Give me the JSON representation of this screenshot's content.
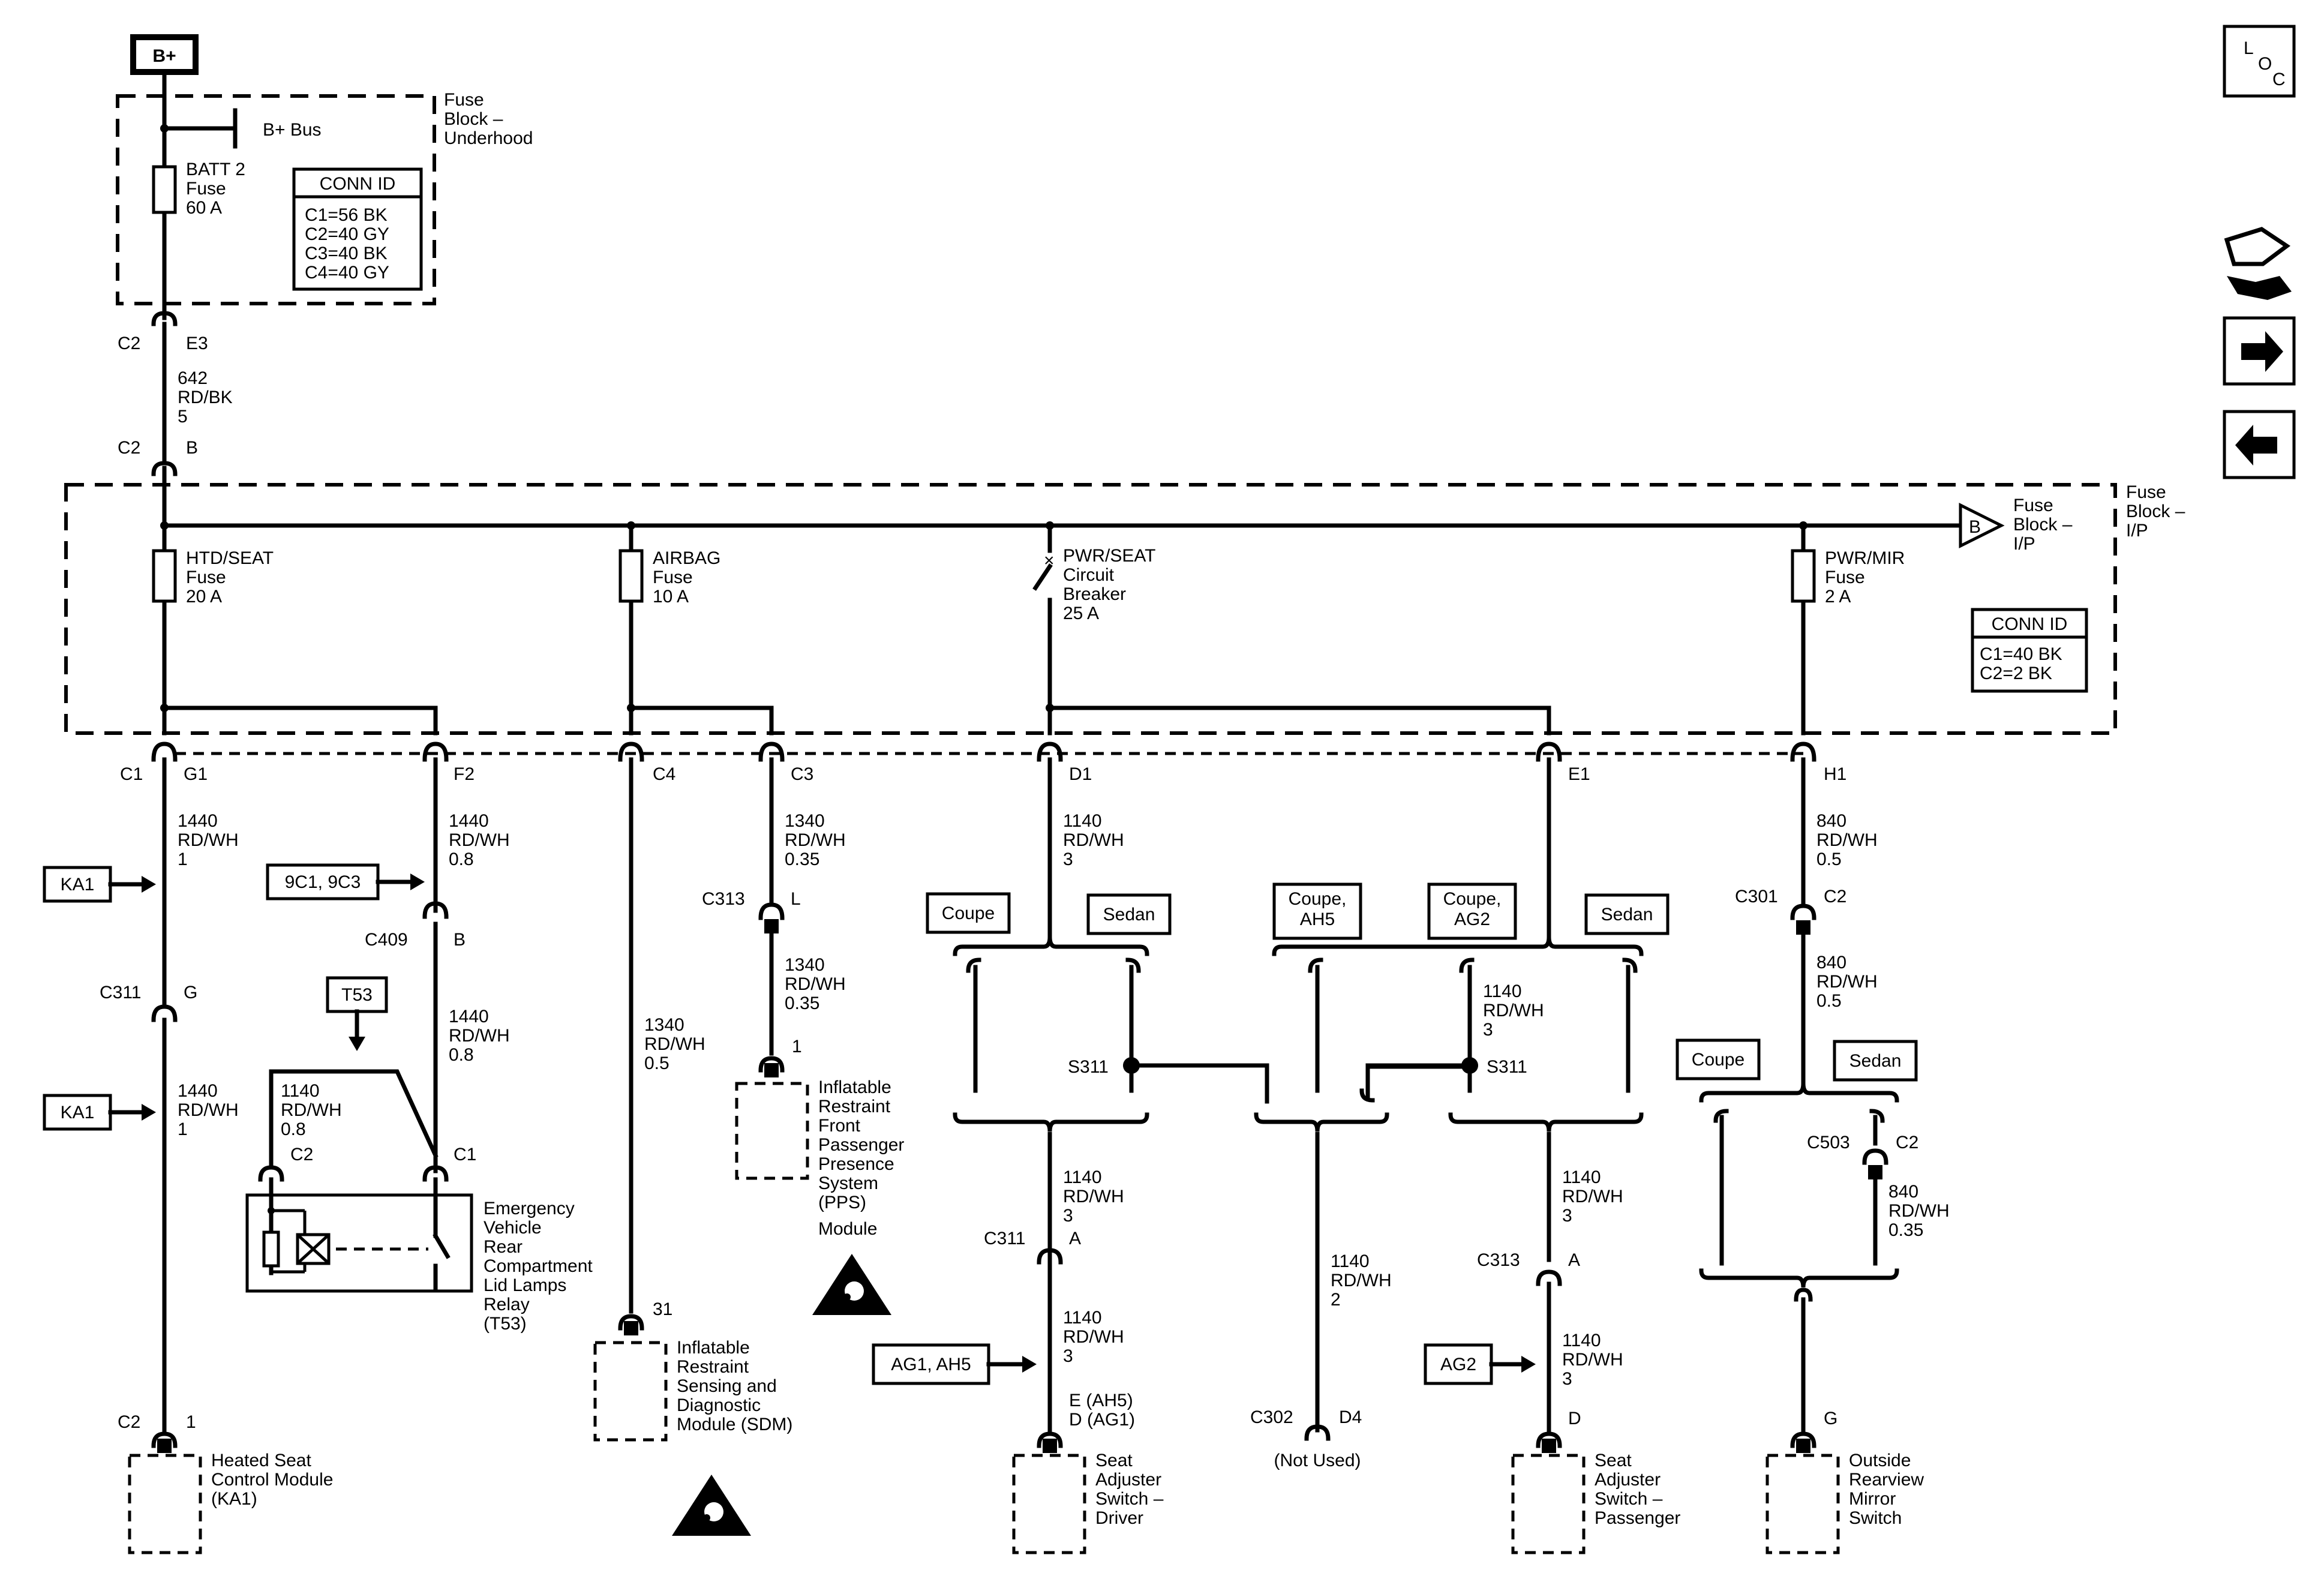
{
  "power": {
    "bplus": "B+",
    "bplus_bus": "B+ Bus"
  },
  "underhood": {
    "title": [
      "Fuse",
      "Block –",
      "Underhood"
    ],
    "fuse": [
      "BATT 2",
      "Fuse",
      "60 A"
    ],
    "conn_title": "CONN ID",
    "conn": [
      "C1=56 BK",
      "C2=40 GY",
      "C3=40 BK",
      "C4=40 GY"
    ]
  },
  "feed": {
    "c2_top": "C2",
    "e3": "E3",
    "wire": [
      "642",
      "RD/BK",
      "5"
    ],
    "c2_bot": "C2",
    "b": "B"
  },
  "ip_block": {
    "title": [
      "Fuse",
      "Block –",
      "I/P"
    ],
    "arrow_label": "B",
    "arrow_text": [
      "Fuse",
      "Block –",
      "I/P"
    ],
    "conn_title": "CONN ID",
    "conn": [
      "C1=40 BK",
      "C2=2 BK"
    ],
    "fuses": {
      "htd": [
        "HTD/SEAT",
        "Fuse",
        "20 A"
      ],
      "airbag": [
        "AIRBAG",
        "Fuse",
        "10 A"
      ],
      "pwrseat": [
        "PWR/SEAT",
        "Circuit",
        "Breaker",
        "25 A"
      ],
      "pwrmir": [
        "PWR/MIR",
        "Fuse",
        "2 A"
      ]
    },
    "pins": {
      "c1": "C1",
      "g1": "G1",
      "f2": "F2",
      "c4": "C4",
      "c3": "C3",
      "d1": "D1",
      "e1": "E1",
      "h1": "H1"
    }
  },
  "heated": {
    "wire1": [
      "1440",
      "RD/WH",
      "1"
    ],
    "ka1_a": "KA1",
    "c311": "C311",
    "g": "G",
    "ka1_b": "KA1",
    "wire2": [
      "1440",
      "RD/WH",
      "1"
    ],
    "c2": "C2",
    "pin": "1",
    "module": [
      "Heated Seat",
      "Control Module",
      "(KA1)"
    ]
  },
  "relay": {
    "wire1": [
      "1440",
      "RD/WH",
      "0.8"
    ],
    "opt": "9C1, 9C3",
    "c409": "C409",
    "b": "B",
    "t53": "T53",
    "wire2": [
      "1440",
      "RD/WH",
      "0.8"
    ],
    "wire3": [
      "1140",
      "RD/WH",
      "0.8"
    ],
    "c2": "C2",
    "c1": "C1",
    "module": [
      "Emergency",
      "Vehicle",
      "Rear",
      "Compartment",
      "Lid Lamps",
      "Relay",
      "(T53)"
    ]
  },
  "sdm": {
    "wire": [
      "1340",
      "RD/WH",
      "0.5"
    ],
    "pin": "31",
    "module": [
      "Inflatable",
      "Restraint",
      "Sensing and",
      "Diagnostic",
      "Module (SDM)"
    ]
  },
  "pps": {
    "wire1": [
      "1340",
      "RD/WH",
      "0.35"
    ],
    "c313": "C313",
    "l": "L",
    "wire2": [
      "1340",
      "RD/WH",
      "0.35"
    ],
    "pin": "1",
    "module": [
      "Inflatable",
      "Restraint",
      "Front",
      "Passenger",
      "Presence",
      "System",
      "(PPS)",
      "Module"
    ]
  },
  "driver": {
    "wire1": [
      "1140",
      "RD/WH",
      "3"
    ],
    "coupe": "Coupe",
    "sedan": "Sedan",
    "s311": "S311",
    "wire2": [
      "1140",
      "RD/WH",
      "3"
    ],
    "c311": "C311",
    "a": "A",
    "wire3": [
      "1140",
      "RD/WH",
      "3"
    ],
    "opt": "AG1, AH5",
    "pins": [
      "E (AH5)",
      "D (AG1)"
    ],
    "module": [
      "Seat",
      "Adjuster",
      "Switch –",
      "Driver"
    ]
  },
  "middle": {
    "coupe_ah5": [
      "Coupe,",
      "AH5"
    ],
    "wire": [
      "1140",
      "RD/WH",
      "2"
    ],
    "c302": "C302",
    "d4": "D4",
    "notused": "(Not Used)"
  },
  "passenger": {
    "coupe_ag2": [
      "Coupe,",
      "AG2"
    ],
    "sedan": "Sedan",
    "wire1": [
      "1140",
      "RD/WH",
      "3"
    ],
    "s311": "S311",
    "wire2": [
      "1140",
      "RD/WH",
      "3"
    ],
    "c313": "C313",
    "a": "A",
    "opt": "AG2",
    "wire3": [
      "1140",
      "RD/WH",
      "3"
    ],
    "d": "D",
    "module": [
      "Seat",
      "Adjuster",
      "Switch –",
      "Passenger"
    ]
  },
  "mirror": {
    "wire1": [
      "840",
      "RD/WH",
      "0.5"
    ],
    "c301": "C301",
    "c2": "C2",
    "wire2": [
      "840",
      "RD/WH",
      "0.5"
    ],
    "coupe": "Coupe",
    "sedan": "Sedan",
    "c503": "C503",
    "c2b": "C2",
    "wire3": [
      "840",
      "RD/WH",
      "0.35"
    ],
    "g": "G",
    "module": [
      "Outside",
      "Rearview",
      "Mirror",
      "Switch"
    ]
  },
  "nav": {
    "loc": [
      "L",
      "O",
      "C"
    ]
  }
}
